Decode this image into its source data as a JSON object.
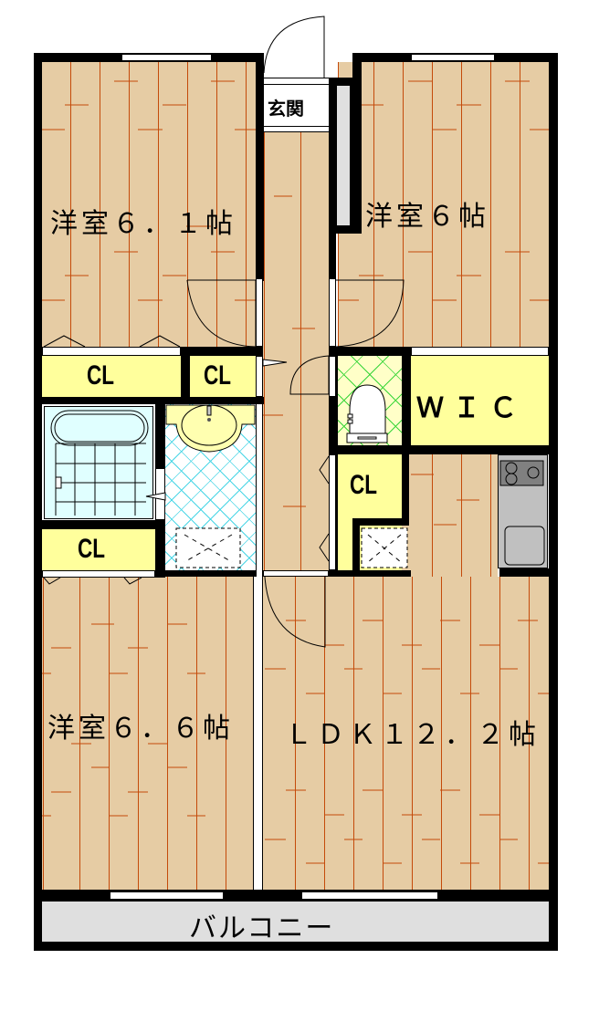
{
  "floor_plan": {
    "rooms": [
      {
        "id": "bedroom1",
        "label": "洋室６．１帖",
        "type": "western-room",
        "area_jo": 6.1
      },
      {
        "id": "bedroom2",
        "label": "洋室６帖",
        "type": "western-room",
        "area_jo": 6
      },
      {
        "id": "bedroom3",
        "label": "洋室６．６帖",
        "type": "western-room",
        "area_jo": 6.6
      },
      {
        "id": "ldk",
        "label": "ＬＤＫ１２．２帖",
        "type": "living-dining-kitchen",
        "area_jo": 12.2
      },
      {
        "id": "entrance",
        "label": "玄関",
        "type": "entrance"
      },
      {
        "id": "wic",
        "label": "ＷＩＣ",
        "type": "walk-in-closet"
      },
      {
        "id": "balcony",
        "label": "バルコニー",
        "type": "balcony"
      }
    ],
    "closets": [
      {
        "id": "cl1",
        "label": "CL"
      },
      {
        "id": "cl2",
        "label": "CL"
      },
      {
        "id": "cl3",
        "label": "CL"
      },
      {
        "id": "cl4",
        "label": "CL"
      }
    ],
    "fixtures": [
      "bathtub-icon",
      "washbasin-icon",
      "toilet-icon",
      "stove-icon",
      "sink-icon",
      "washing-machine-pan-icon"
    ],
    "colors": {
      "floor": "#e6cca4",
      "floor_lines": "#c44a0a",
      "closet": "#ffff9c",
      "bath": "#e0ffff",
      "balcony": "#dcdcdc",
      "wall": "#000000"
    }
  }
}
